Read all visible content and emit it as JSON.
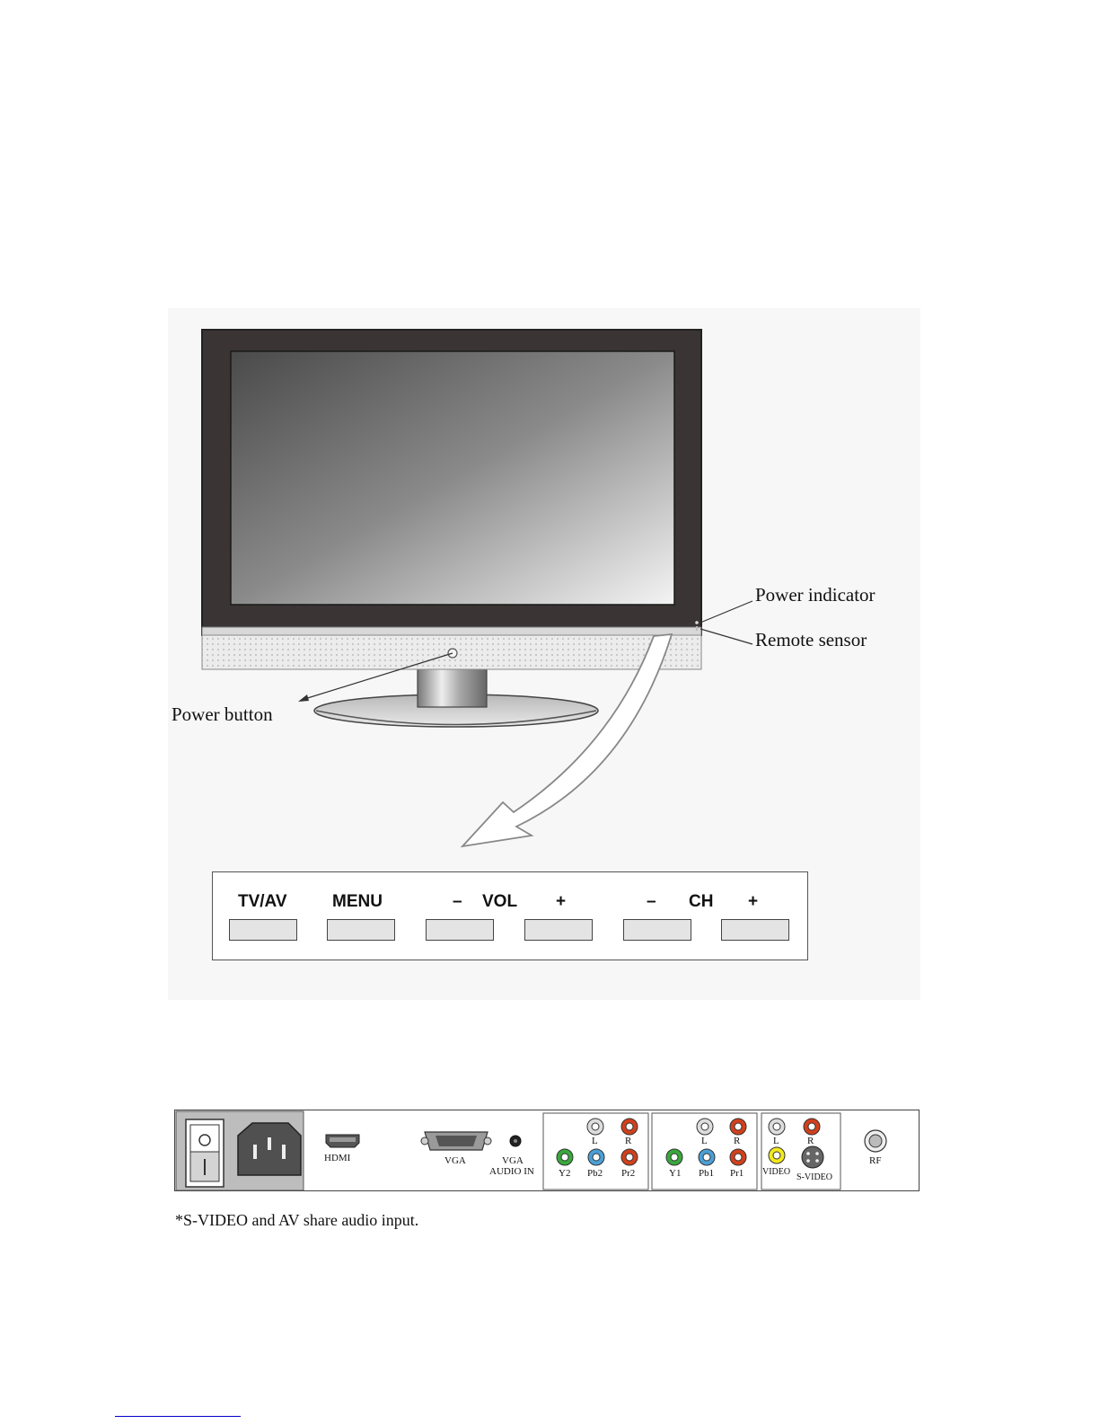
{
  "front_callouts": {
    "power_indicator": "Power indicator",
    "remote_sensor": "Remote sensor",
    "power_button": "Power button"
  },
  "control_panel": {
    "tvav": "TV/AV",
    "menu": "MENU",
    "vol_minus": "–",
    "vol": "VOL",
    "vol_plus": "+",
    "ch_minus": "–",
    "ch": "CH",
    "ch_plus": "+"
  },
  "rear_panel": {
    "hdmi": "HDMI",
    "vga": "VGA",
    "vga_audio_line1": "VGA",
    "vga_audio_line2": "AUDIO IN",
    "comp2": {
      "l": "L",
      "r": "R",
      "y": "Y2",
      "pb": "Pb2",
      "pr": "Pr2"
    },
    "comp1": {
      "l": "L",
      "r": "R",
      "y": "Y1",
      "pb": "Pb1",
      "pr": "Pr1"
    },
    "av": {
      "l": "L",
      "r": "R",
      "video": "VIDEO",
      "svideo": "S-VIDEO"
    },
    "rf": "RF"
  },
  "footnote": "*S-VIDEO and AV share audio input.",
  "colors": {
    "green": "#39a83c",
    "blue": "#4a9fd6",
    "red": "#d2401b",
    "yellow": "#f2ea1c",
    "white": "#dddddd"
  }
}
